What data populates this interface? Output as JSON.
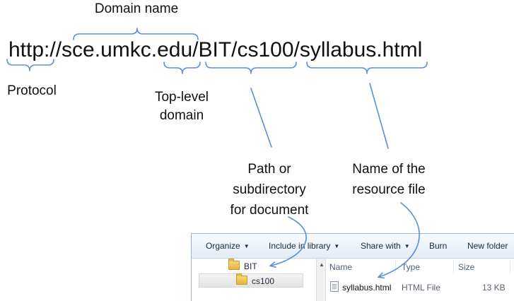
{
  "url": {
    "protocol": "http://",
    "domain_name": "sce.umkc",
    "tld": ".edu",
    "path": "/BIT/cs100/",
    "resource": "syllabus.html"
  },
  "labels": {
    "domain_name": "Domain name",
    "protocol": "Protocol",
    "tld_line1": "Top-level",
    "tld_line2": "domain",
    "path_line1": "Path or",
    "path_line2": "subdirectory",
    "path_line3": "for document",
    "resource_line1": "Name of the",
    "resource_line2": "resource file"
  },
  "colors": {
    "bracket": "#5b8fd3",
    "arrow": "#5b8fd3",
    "text": "#111111"
  },
  "explorer": {
    "toolbar": {
      "organize": "Organize",
      "include": "Include in library",
      "share": "Share with",
      "burn": "Burn",
      "new_folder": "New folder"
    },
    "tree": [
      {
        "label": "BIT",
        "selected": false
      },
      {
        "label": "cs100",
        "selected": true
      }
    ],
    "columns": {
      "name": "Name",
      "type": "Type",
      "size": "Size"
    },
    "file": {
      "name": "syllabus.html",
      "type": "HTML File",
      "size": "13 KB"
    }
  }
}
